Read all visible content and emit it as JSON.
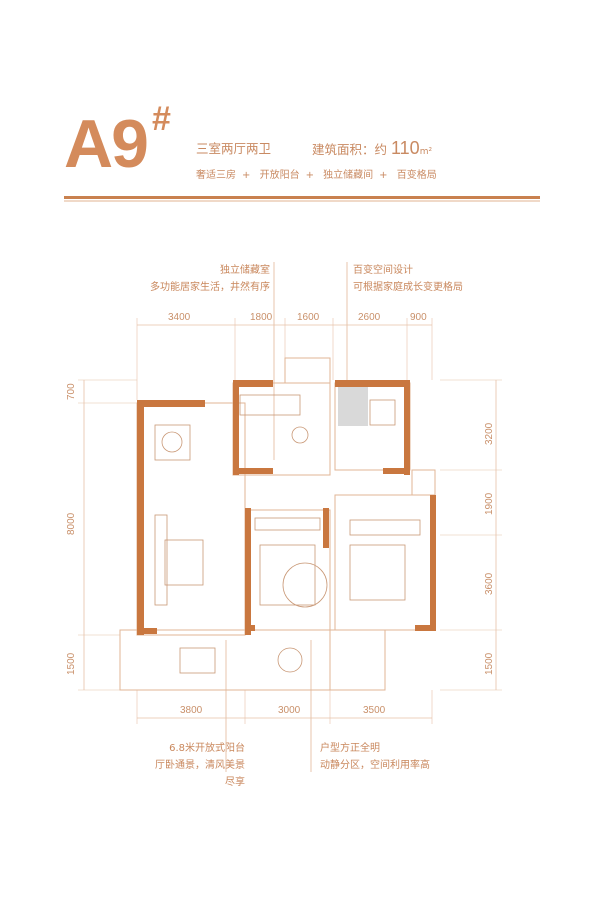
{
  "header": {
    "unit": "A9",
    "unit_mark": "#",
    "layout": "三室两厅两卫",
    "area_label": "建筑面积：约",
    "area_value": "110",
    "area_unit": "m²",
    "tags": [
      "奢适三房",
      "开放阳台",
      "独立储藏间",
      "百变格局"
    ]
  },
  "notes": {
    "storage_title": "独立储藏室",
    "storage_desc": "多功能居家生活，井然有序",
    "flex_title": "百变空间设计",
    "flex_desc": "可根据家庭成长变更格局",
    "balcony_title": "6.8米开放式阳台",
    "balcony_desc": "厅卧通景，清风美景尽享",
    "layout_title": "户型方正全明",
    "layout_desc": "动静分区，空间利用率高"
  },
  "dimensions": {
    "top": [
      "3400",
      "1800",
      "1600",
      "2600",
      "900"
    ],
    "bottom": [
      "3800",
      "3000",
      "3500"
    ],
    "left": [
      "700",
      "8000",
      "1500"
    ],
    "right": [
      "3200",
      "1900",
      "3600",
      "1500"
    ]
  },
  "colors": {
    "accent": "#d48b5c",
    "wall": "#c9773f",
    "line": "#e2b89a"
  }
}
